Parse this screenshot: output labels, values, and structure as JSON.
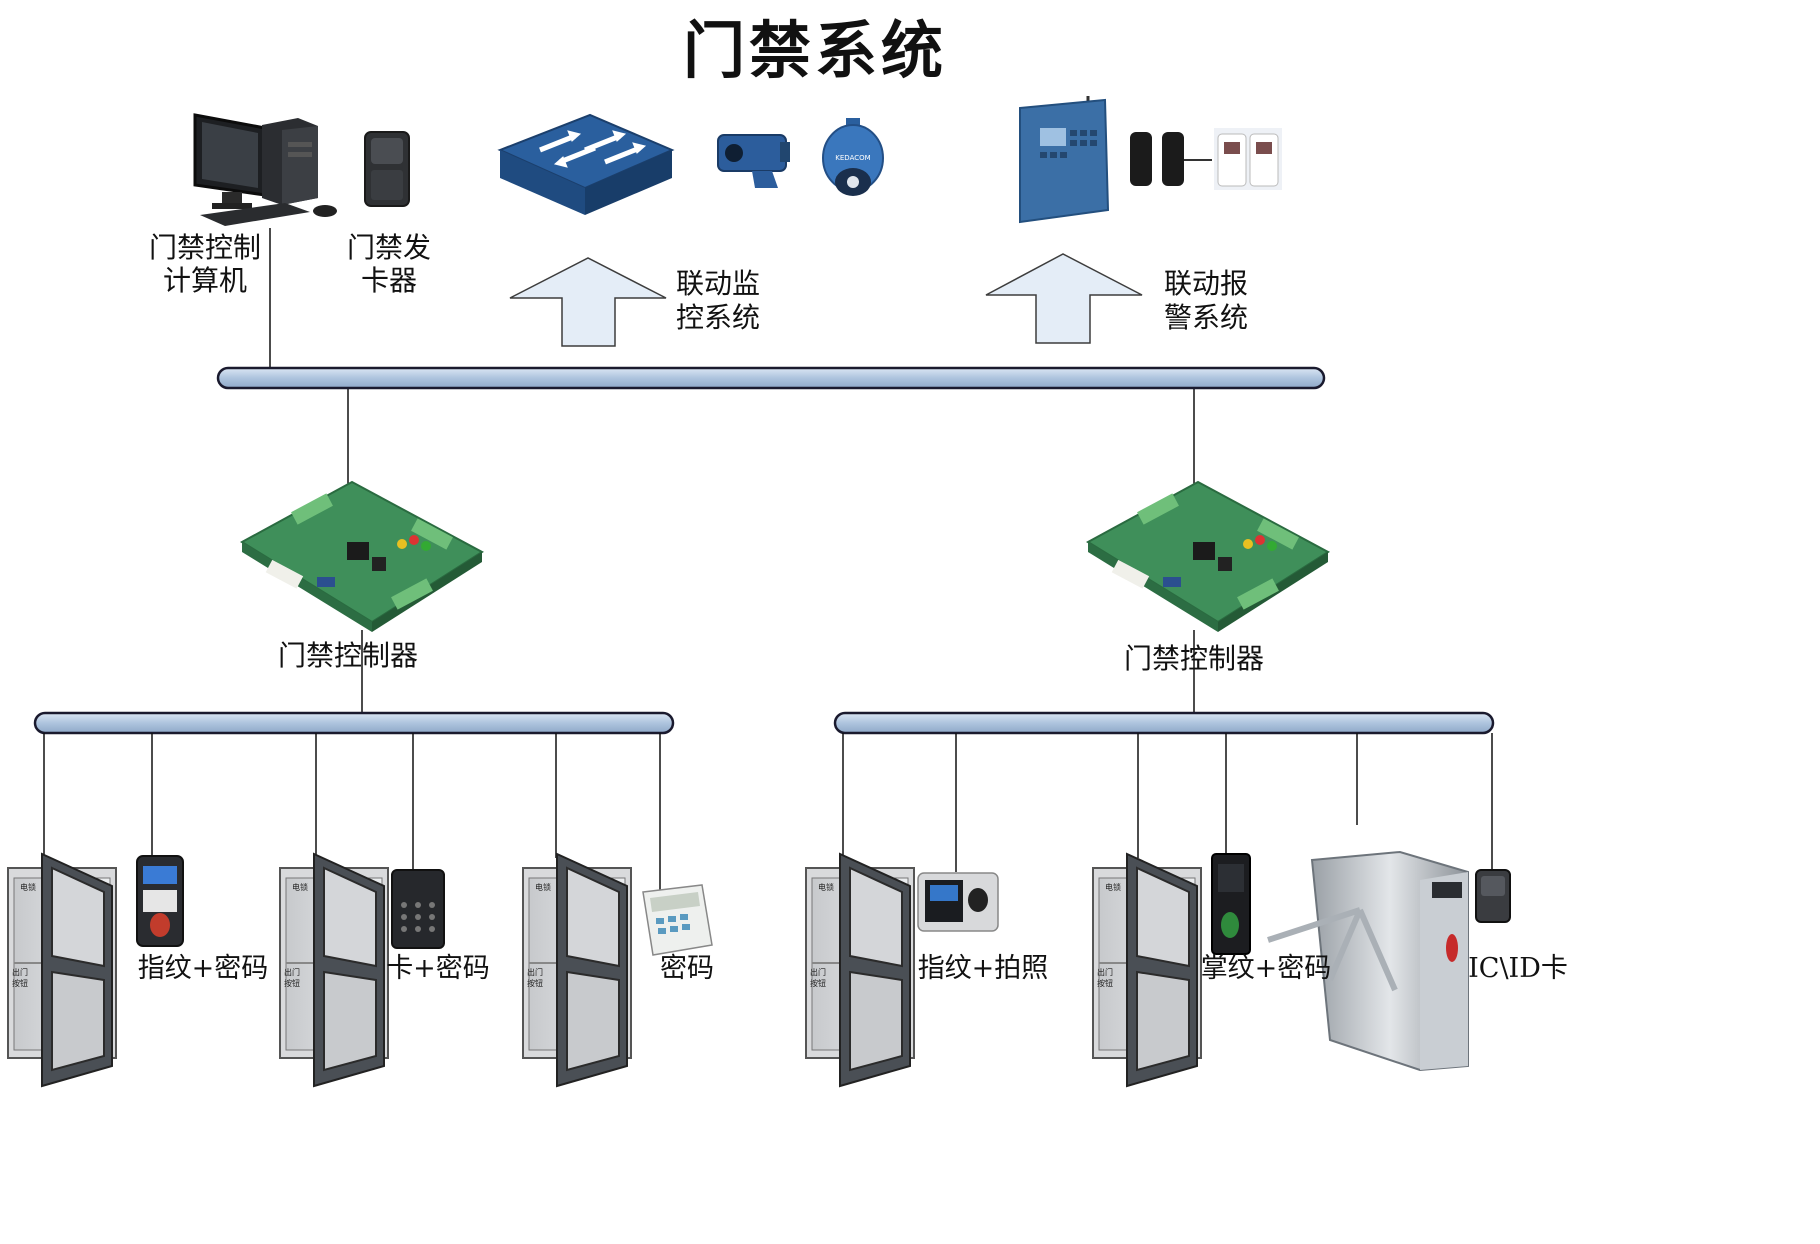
{
  "title": "门禁系统",
  "top_labels": {
    "computer_line1": "门禁控制",
    "computer_line2": "计算机",
    "card_issuer_line1": "门禁发",
    "card_issuer_line2": "卡器",
    "monitoring_line1": "联动监",
    "monitoring_line2": "控系统",
    "alarm_line1": "联动报",
    "alarm_line2": "警系统"
  },
  "controllers": {
    "left_label": "门禁控制器",
    "right_label": "门禁控制器"
  },
  "door_labels": {
    "fingerprint_password": "指纹+密码",
    "card_password": "卡+密码",
    "password": "密码",
    "fingerprint_photo": "指纹+拍照",
    "palm_password": "掌纹+密码",
    "ic_id_card": "IC\\ID卡"
  },
  "device_text": {
    "door_lock": "电锁",
    "exit_button_line1": "出门",
    "exit_button_line2": "按钮",
    "dome_brand": "KEDACOM"
  },
  "colors": {
    "bus_fill": "#b9cde4",
    "bus_stroke": "#1a1a2e",
    "arrow_fill": "#e4edf7",
    "board_green": "#3f8f5a",
    "switch_blue": "#2a5f9e",
    "panel_blue": "#3b6fa6"
  }
}
